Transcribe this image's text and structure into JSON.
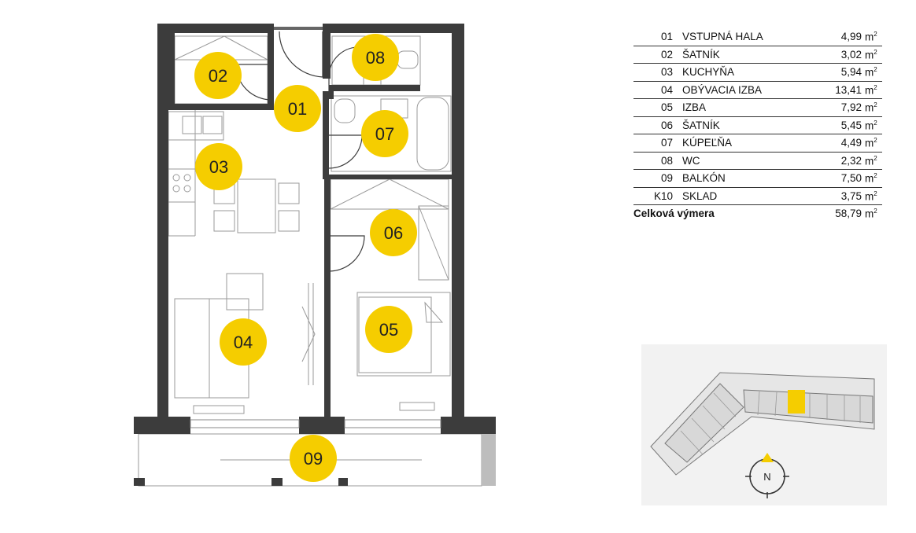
{
  "rooms": [
    {
      "code": "01",
      "name": "VSTUPNÁ HALA",
      "area": "4,99",
      "unit": "m",
      "unit_sup": "2"
    },
    {
      "code": "02",
      "name": "ŠATNÍK",
      "area": "3,02",
      "unit": "m",
      "unit_sup": "2"
    },
    {
      "code": "03",
      "name": "KUCHYŇA",
      "area": "5,94",
      "unit": "m",
      "unit_sup": "2"
    },
    {
      "code": "04",
      "name": "OBÝVACIA IZBA",
      "area": "13,41",
      "unit": "m",
      "unit_sup": "2"
    },
    {
      "code": "05",
      "name": "IZBA",
      "area": "7,92",
      "unit": "m",
      "unit_sup": "2"
    },
    {
      "code": "06",
      "name": "ŠATNÍK",
      "area": "5,45",
      "unit": "m",
      "unit_sup": "2"
    },
    {
      "code": "07",
      "name": "KÚPEĽŇA",
      "area": "4,49",
      "unit": "m",
      "unit_sup": "2"
    },
    {
      "code": "08",
      "name": "WC",
      "area": "2,32",
      "unit": "m",
      "unit_sup": "2"
    },
    {
      "code": "09",
      "name": "BALKÓN",
      "area": "7,50",
      "unit": "m",
      "unit_sup": "2"
    },
    {
      "code": "K10",
      "name": "SKLAD",
      "area": "3,75",
      "unit": "m",
      "unit_sup": "2"
    }
  ],
  "total": {
    "label": "Celková výmera",
    "area": "58,79",
    "unit": "m",
    "unit_sup": "2"
  },
  "plan_labels": {
    "r01": "01",
    "r02": "02",
    "r03": "03",
    "r04": "04",
    "r05": "05",
    "r06": "06",
    "r07": "07",
    "r08": "08",
    "r09": "09"
  },
  "compass": {
    "north": "N"
  },
  "colors": {
    "wall": "#3c3c3c",
    "marker": "#f5cd00",
    "highlight": "#f5cd00",
    "line": "#999999"
  }
}
